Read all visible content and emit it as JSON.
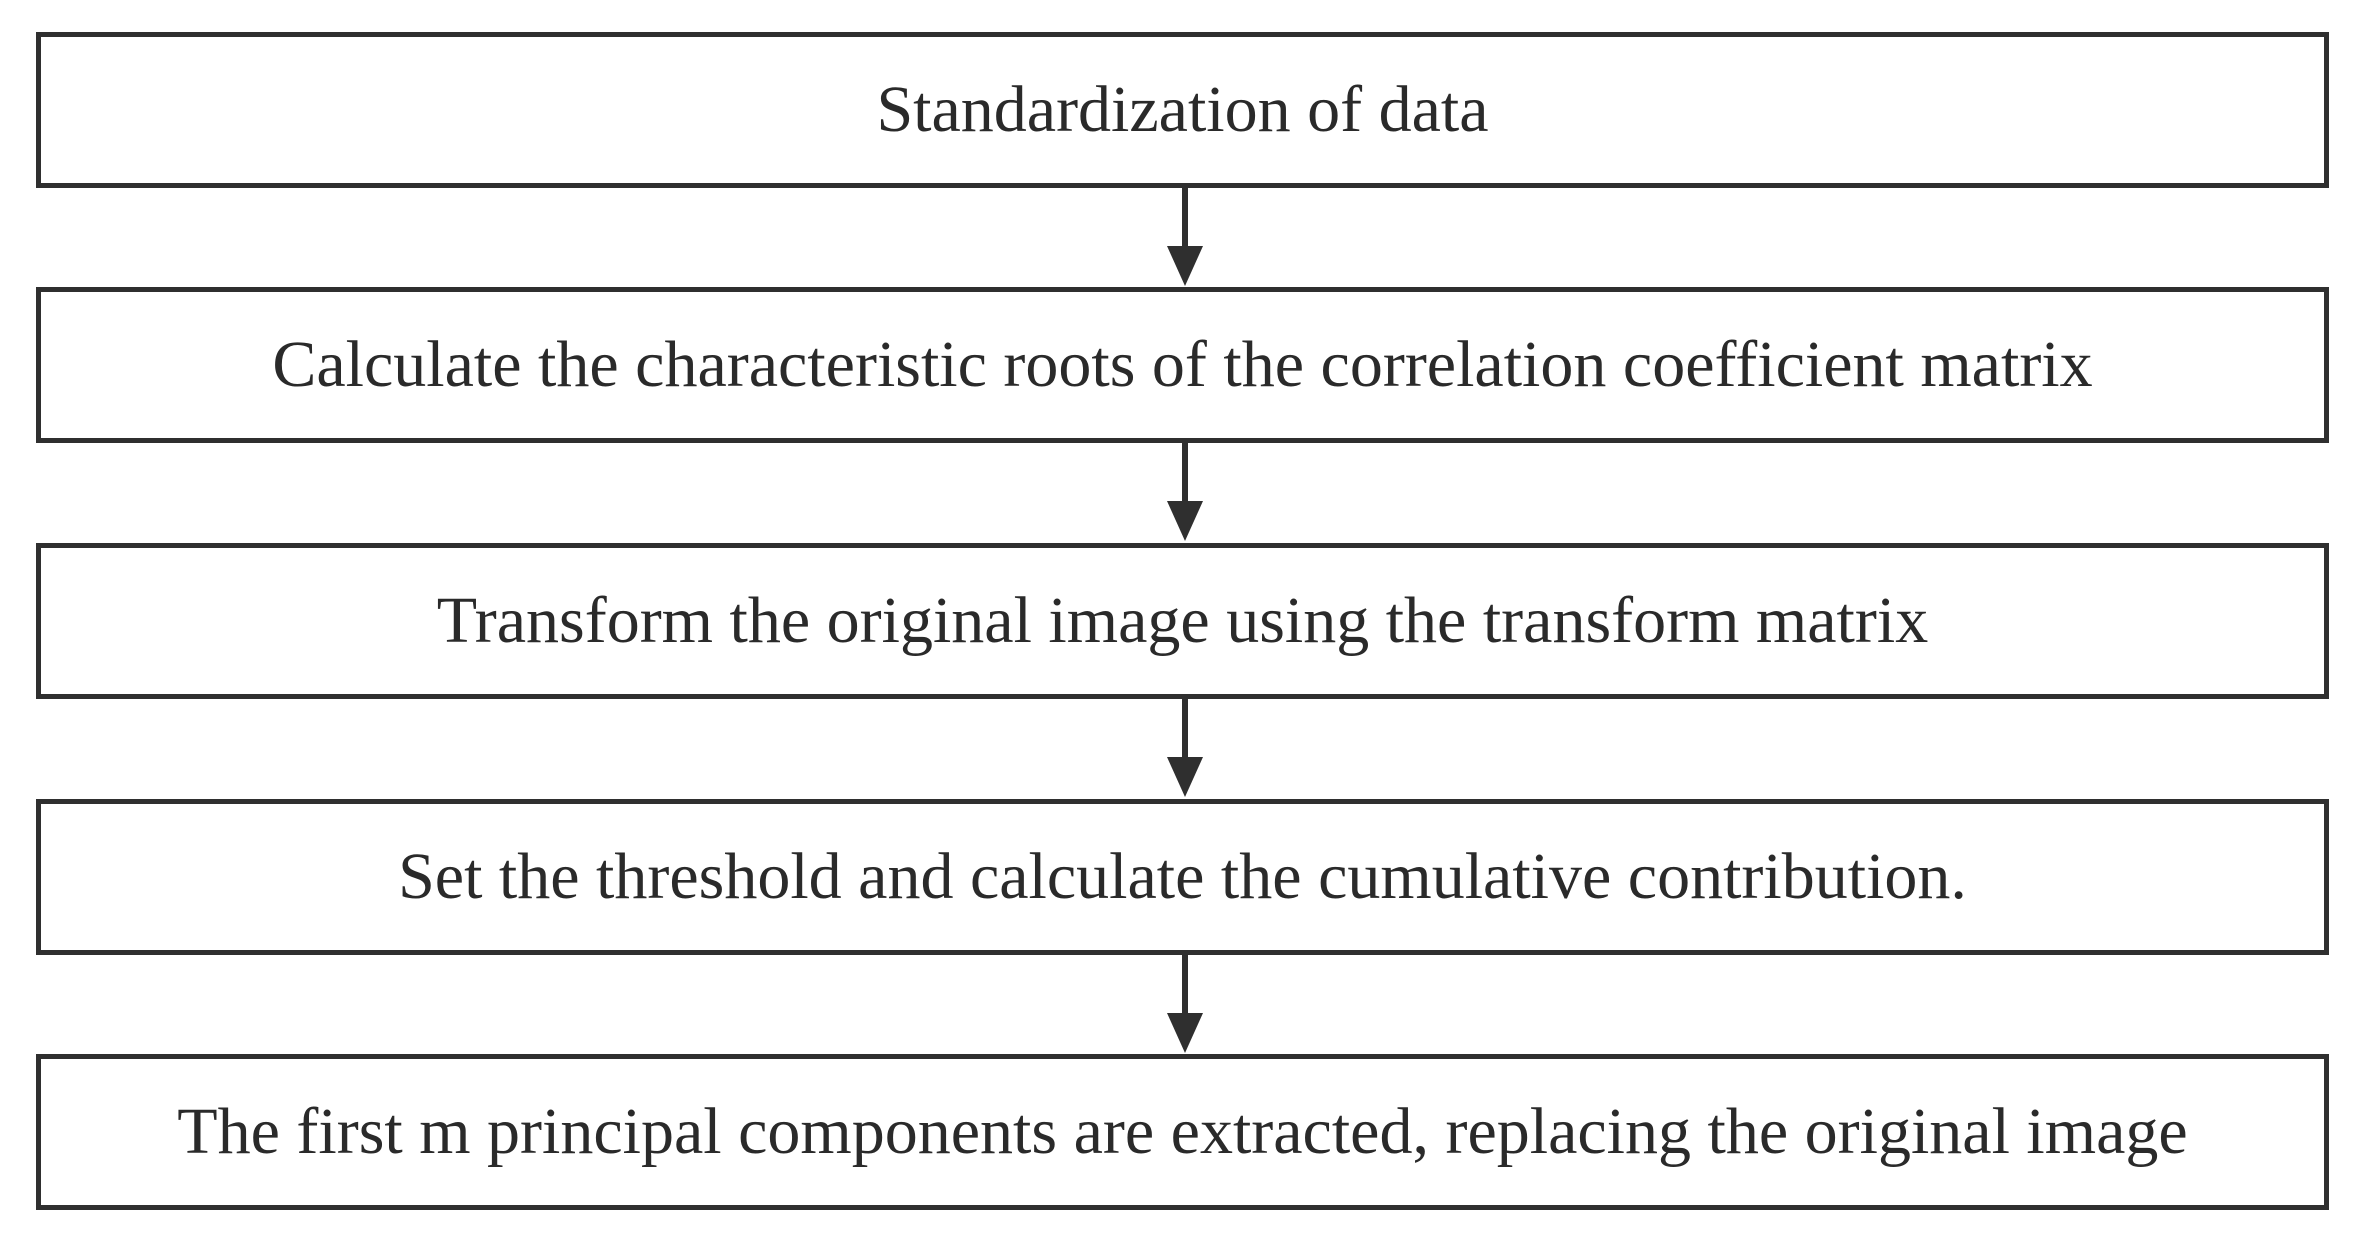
{
  "flowchart": {
    "steps": [
      {
        "label": "Standardization of data"
      },
      {
        "label": "Calculate the characteristic roots of the correlation coefficient matrix"
      },
      {
        "label": "Transform the original image using the transform matrix"
      },
      {
        "label": "Set the threshold and calculate the cumulative contribution."
      },
      {
        "label": "The first m principal components are extracted, replacing the original image"
      }
    ]
  },
  "colors": {
    "stroke": "#2f2f2f",
    "text": "#2a2a2a",
    "background": "#ffffff"
  }
}
